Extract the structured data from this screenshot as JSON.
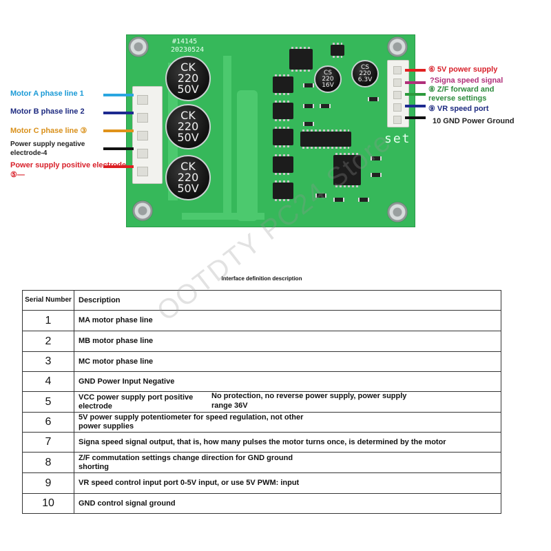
{
  "board": {
    "silk_id": "#14145",
    "silk_date": "20230524",
    "silk_set": "set",
    "caps_large": [
      {
        "l1": "CK",
        "l2": "220",
        "l3": "50V"
      },
      {
        "l1": "CK",
        "l2": "220",
        "l3": "50V"
      },
      {
        "l1": "CK",
        "l2": "220",
        "l3": "50V"
      }
    ],
    "caps_small": [
      {
        "l1": "CS",
        "l2": "220",
        "l3": "16V"
      },
      {
        "l1": "CS",
        "l2": "220",
        "l3": "6.3V"
      }
    ]
  },
  "left_labels": [
    {
      "text": "Motor A phase line 1",
      "color": "#1a9ad6",
      "wire": "#2aa6e0"
    },
    {
      "text": "Motor B phase line 2",
      "color": "#1d2a80",
      "wire": "#1d2a90"
    },
    {
      "text": "Motor C phase line ③",
      "color": "#d9901a",
      "wire": "#e0921a"
    },
    {
      "text": "Power supply negative electrode-4",
      "color": "#222222",
      "wire": "#111111"
    },
    {
      "text": "Power supply positive electrode ⑤—",
      "color": "#d8202a",
      "wire": "#e02020"
    }
  ],
  "right_labels": [
    {
      "text": "⑥ 5V power supply",
      "color": "#d8202a",
      "wire": "#e02020"
    },
    {
      "text": "?Signa speed signal",
      "color": "#b0307a",
      "wire": "#b0307a"
    },
    {
      "text": "⑧ Z/F forward and reverse settings",
      "color": "#2c8a3c",
      "wire": "#2c9a3c"
    },
    {
      "text": "⑨ VR speed port",
      "color": "#1d2a80",
      "wire": "#1d2a90"
    },
    {
      "text": "10 GND Power Ground",
      "color": "#222222",
      "wire": "#111111"
    }
  ],
  "watermark": "OOTDTY PC24 Store",
  "table": {
    "title": "Interface definition description",
    "headers": [
      "Serial Number",
      "Description"
    ],
    "rows": [
      {
        "num": "1",
        "desc": "MA motor phase line"
      },
      {
        "num": "2",
        "desc": "MB motor phase line"
      },
      {
        "num": "3",
        "desc": "MC motor phase line"
      },
      {
        "num": "4",
        "desc": "GND Power Input Negative"
      },
      {
        "num": "5",
        "desc": "VCC power supply port positive electrode"
      },
      {
        "num": "6",
        "desc": "5V power supply potentiometer for speed regulation, not other power supplies"
      },
      {
        "num": "7",
        "desc": "Signa speed signal output, that is, how many pulses the motor turns once, is determined by the motor"
      },
      {
        "num": "8",
        "desc": "Z/F commutation settings change direction for GND ground shorting"
      },
      {
        "num": "9",
        "desc": "VR speed control input port 0-5V input, or use 5V PWM: input"
      },
      {
        "num": "10",
        "desc": "GND control signal ground"
      }
    ],
    "note": "No protection, no reverse power supply, power supply range 36V"
  }
}
